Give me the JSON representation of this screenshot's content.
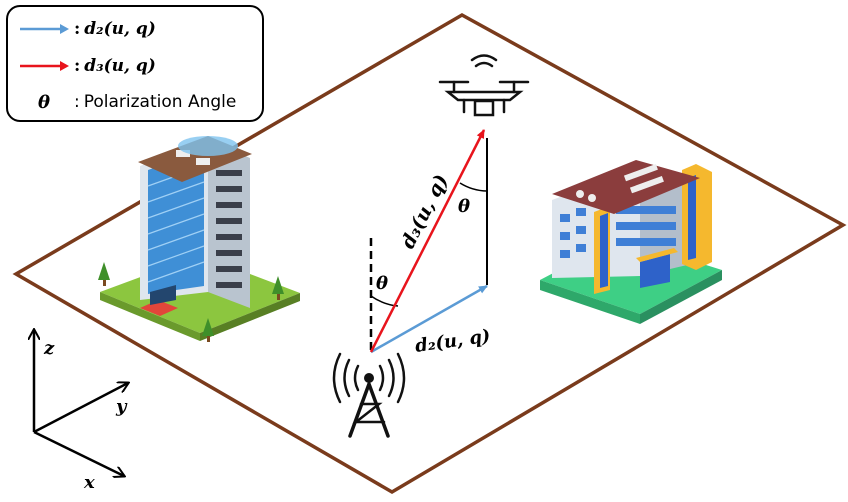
{
  "legend": {
    "item1": {
      "colon": ":",
      "label": "d₂(u, q)",
      "color": "#5b9bd5"
    },
    "item2": {
      "colon": ":",
      "label": "d₃(u, q)",
      "color": "#e8141c"
    },
    "item3": {
      "symbol": "θ",
      "colon": ":",
      "label": "Polarization Angle"
    }
  },
  "diagram": {
    "d3_label": "d₃(u, q)",
    "d2_label": "d₂(u, q)",
    "theta_top": "θ",
    "theta_left": "θ",
    "axes": {
      "z": "z",
      "y": "y",
      "x": "x"
    }
  },
  "colors": {
    "ground_border": "#7a3b1c",
    "d2": "#5b9bd5",
    "d3": "#e8141c"
  }
}
